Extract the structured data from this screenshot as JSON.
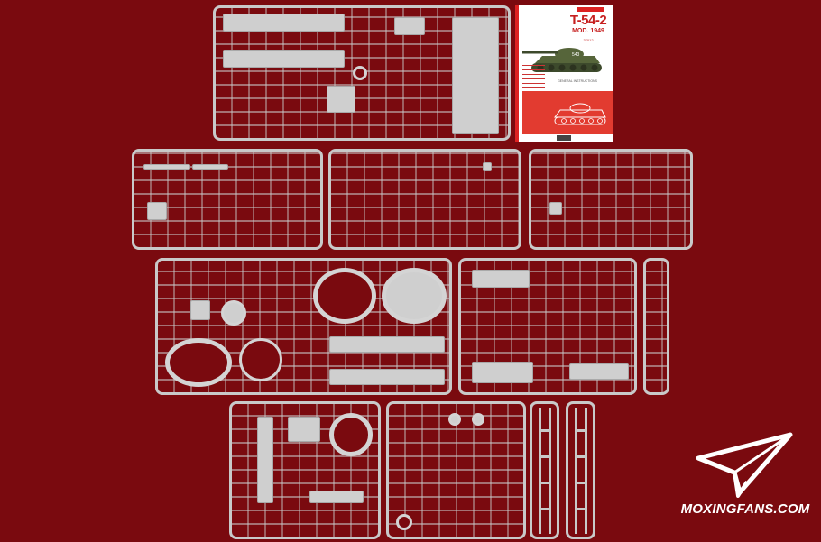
{
  "box_art": {
    "title": "T-54-2",
    "subtitle": "MOD. 1949",
    "code": "37012",
    "instructions_heading": "GENERAL INSTRUCTIONS",
    "tank_number": "543"
  },
  "watermark": {
    "text": "MOXINGFANS.COM"
  },
  "colors": {
    "background": "#7a0a0f",
    "plastic": "#cfcfcf",
    "box_accent": "#c61f1f"
  }
}
